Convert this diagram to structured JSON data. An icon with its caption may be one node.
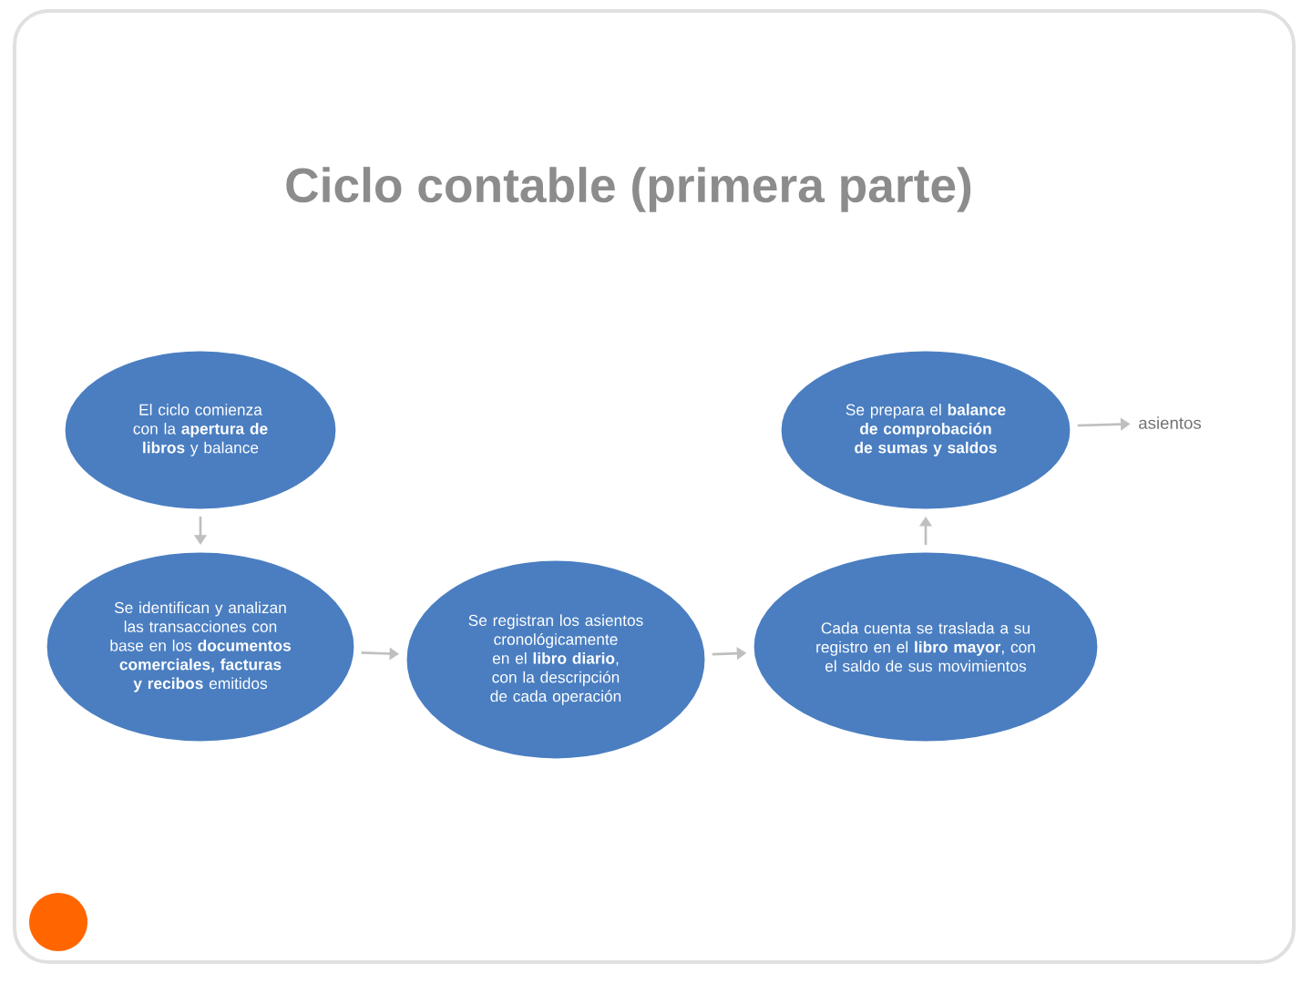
{
  "diagram": {
    "title": "Ciclo contable (primera parte)",
    "nodes": [
      {
        "text": [
          "El ciclo comienza con la **apertura de libros** y balance"
        ]
      },
      {
        "text": [
          "Se identifican y analizan las transacciones con base en los **documentos comerciales, facturas y recibos** emitidos"
        ]
      },
      {
        "text": [
          "Se registran los asientos cronológicamente en el **libro diario**, con la descripción de cada operación"
        ]
      },
      {
        "text": [
          "Cada cuenta se traslada a su registro en el **libro mayor**, con el saldo de sus movimientos"
        ]
      },
      {
        "text": [
          "Se prepara el **balance de comprobación de sumas y saldos**"
        ]
      },
      {
        "text": [
          "asientos"
        ]
      }
    ],
    "edges": [
      {
        "from": 0,
        "to": 1,
        "arrow": "to"
      },
      {
        "from": 1,
        "to": 2,
        "arrow": "to"
      },
      {
        "from": 2,
        "to": 3,
        "arrow": "to"
      },
      {
        "from": 3,
        "to": 4,
        "arrow": "to"
      },
      {
        "from": 4,
        "to": 5,
        "arrow": "to"
      }
    ]
  }
}
